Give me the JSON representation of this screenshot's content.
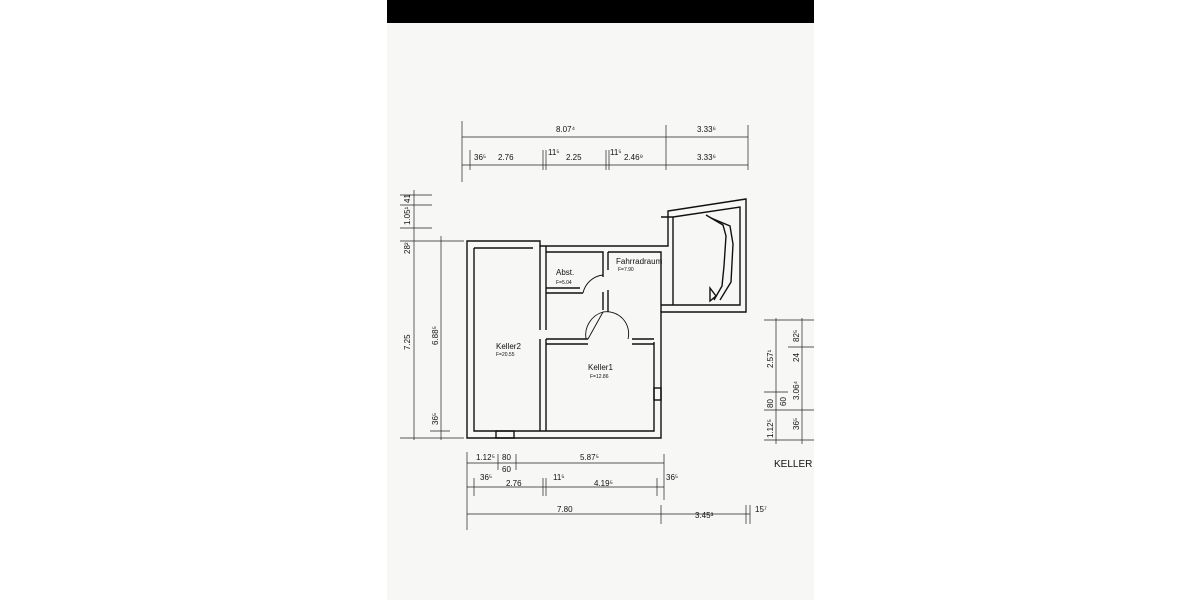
{
  "plan": {
    "floor_label": "KELLER",
    "rooms": [
      {
        "id": "keller2",
        "name": "Keller2",
        "area": "F=20.55"
      },
      {
        "id": "abst",
        "name": "Abst.",
        "area": "F=5.04"
      },
      {
        "id": "fahrradraum",
        "name": "Fahrradraum",
        "area": "F=7.90"
      },
      {
        "id": "keller1",
        "name": "Keller1",
        "area": "F=12.86"
      }
    ],
    "top_dims": {
      "overall": [
        "8.07⁴",
        "3.33⁶"
      ],
      "parts": [
        "36⁵",
        "2.76",
        "11⁵",
        "2.25",
        "11⁵",
        "2.46⁹",
        "3.33⁶"
      ]
    },
    "left_dims": {
      "outer": [
        "28²",
        "1.05¹",
        "41"
      ],
      "overall": [
        "7.25",
        "6.88⁵",
        "36⁵"
      ]
    },
    "right_dims": [
      "2.57¹",
      "82⁵",
      "24",
      "3.06⁴",
      "80",
      "60",
      "1.12⁵",
      "36⁵"
    ],
    "bottom_dims": {
      "row1": [
        "1.12⁵",
        "80",
        "60",
        "5.87⁵"
      ],
      "row2": [
        "36⁵",
        "2.76",
        "11⁵",
        "4.19⁵",
        "36⁵"
      ],
      "row3": [
        "7.80",
        "3.45³",
        "15⁷"
      ]
    }
  }
}
